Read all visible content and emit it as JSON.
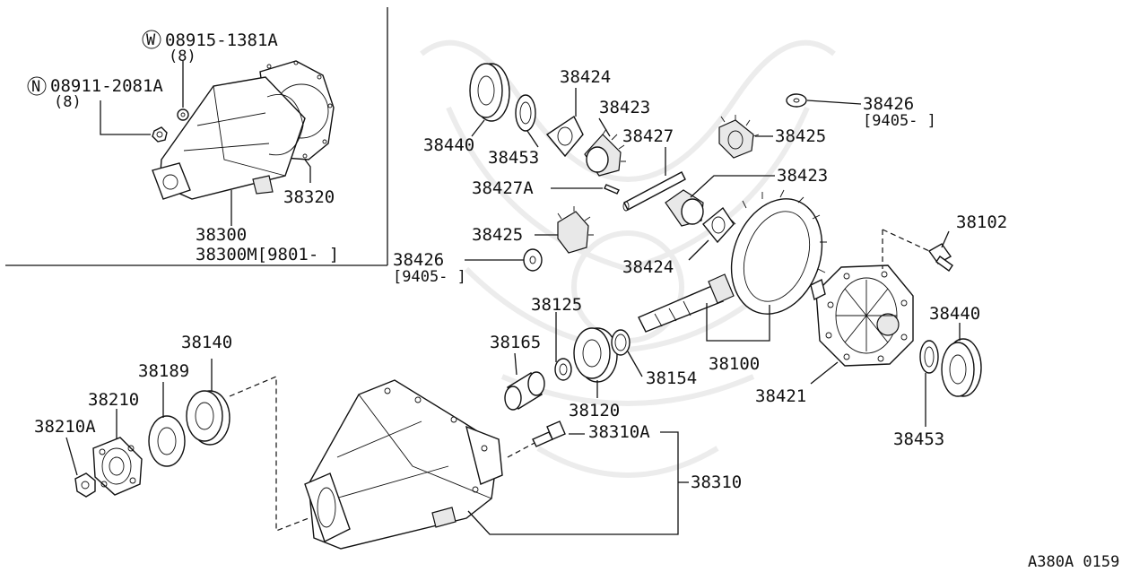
{
  "labels": {
    "p08915": "08915-1381A",
    "q8a": "(8)",
    "p08911": "08911-2081A",
    "q8b": "(8)",
    "w_mark": "W",
    "n_mark": "N",
    "p38320": "38320",
    "p38300": "38300",
    "p38300m": "38300M[9801-    ]",
    "p38440a": "38440",
    "p38424a": "38424",
    "p38423a": "38423",
    "p38453a": "38453",
    "p38427": "38427",
    "p38427a": "38427A",
    "p38426a": "38426",
    "p38426a_range": "[9405-    ]",
    "p38425a": "38425",
    "p38423b": "38423",
    "p38425b": "38425",
    "p38426b": "38426",
    "p38426b_range": "[9405-    ]",
    "p38424b": "38424",
    "p38102": "38102",
    "p38125": "38125",
    "p38165": "38165",
    "p38154": "38154",
    "p38100": "38100",
    "p38440b": "38440",
    "p38421": "38421",
    "p38140": "38140",
    "p38189": "38189",
    "p38210": "38210",
    "p38210a": "38210A",
    "p38120": "38120",
    "p38310a": "38310A",
    "p38310": "38310",
    "p38453b": "38453",
    "diagram_code": "A380A 0159"
  }
}
